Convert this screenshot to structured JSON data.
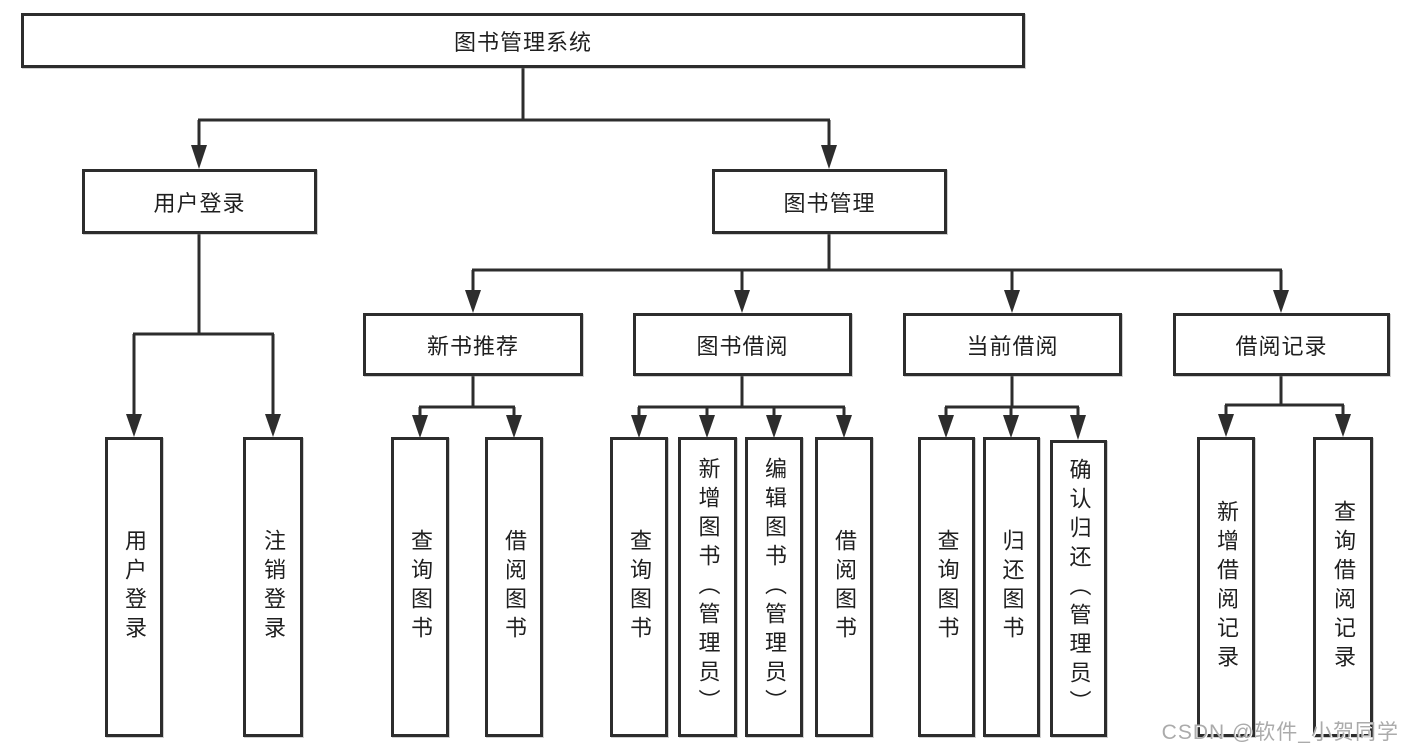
{
  "diagram": {
    "root_label": "图书管理系统",
    "user_login": {
      "label": "用户登录",
      "leaves": [
        "用户登录",
        "注销登录"
      ]
    },
    "book_management": {
      "label": "图书管理",
      "sections": [
        {
          "label": "新书推荐",
          "leaves": [
            "查询图书",
            "借阅图书"
          ]
        },
        {
          "label": "图书借阅",
          "leaves": [
            "查询图书",
            "新增图书（管理员）",
            "编辑图书（管理员）",
            "借阅图书"
          ]
        },
        {
          "label": "当前借阅",
          "leaves": [
            "查询图书",
            "归还图书",
            "确认归还（管理员）"
          ]
        },
        {
          "label": "借阅记录",
          "leaves": [
            "新增借阅记录",
            "查询借阅记录"
          ]
        }
      ]
    },
    "line_color": "#2d2d2d"
  },
  "watermark": {
    "text": "CSDN @软件_小贺同学",
    "color": "#ababab"
  }
}
